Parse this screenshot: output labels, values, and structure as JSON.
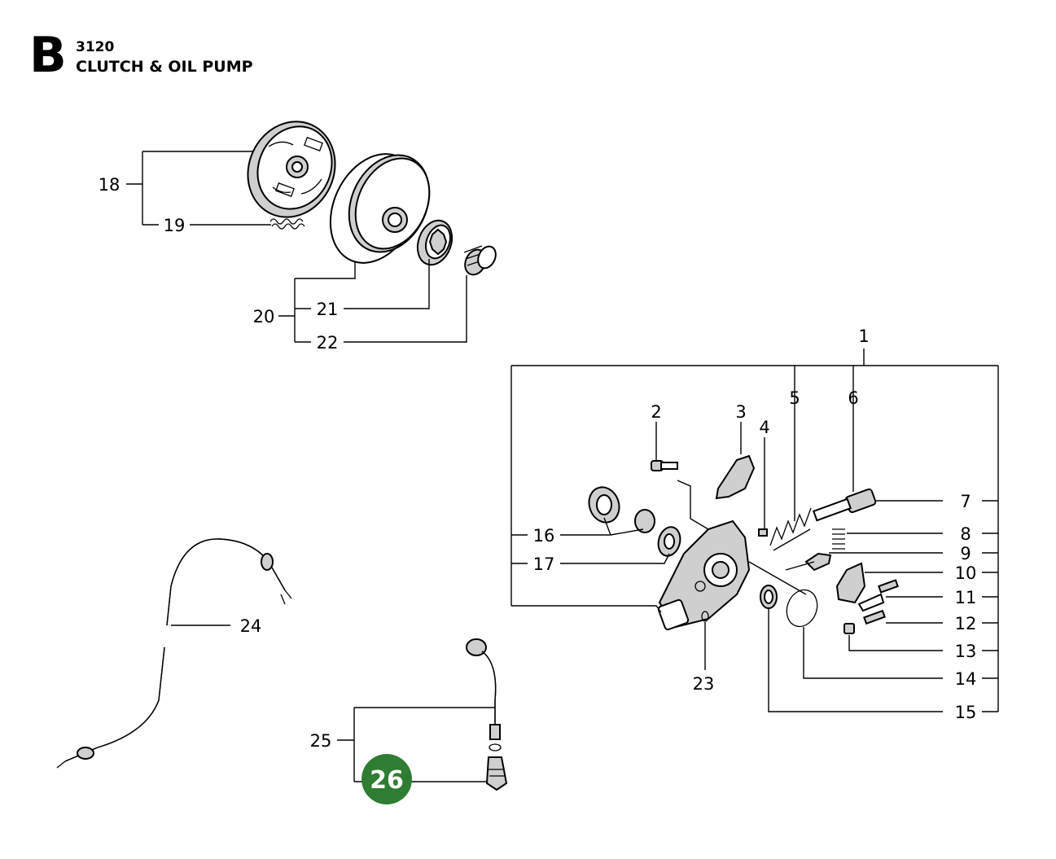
{
  "header": {
    "section": "B",
    "model": "3120",
    "title": "CLUTCH & OIL PUMP"
  },
  "callouts": {
    "c1": "1",
    "c2": "2",
    "c3": "3",
    "c4": "4",
    "c5": "5",
    "c6": "6",
    "c7": "7",
    "c8": "8",
    "c9": "9",
    "c10": "10",
    "c11": "11",
    "c12": "12",
    "c13": "13",
    "c14": "14",
    "c15": "15",
    "c16": "16",
    "c17": "17",
    "c18": "18",
    "c19": "19",
    "c20": "20",
    "c21": "21",
    "c22": "22",
    "c23": "23",
    "c24": "24",
    "c25": "25",
    "c26": "26"
  },
  "highlight": {
    "label": "26",
    "color": "#2e7d32"
  }
}
